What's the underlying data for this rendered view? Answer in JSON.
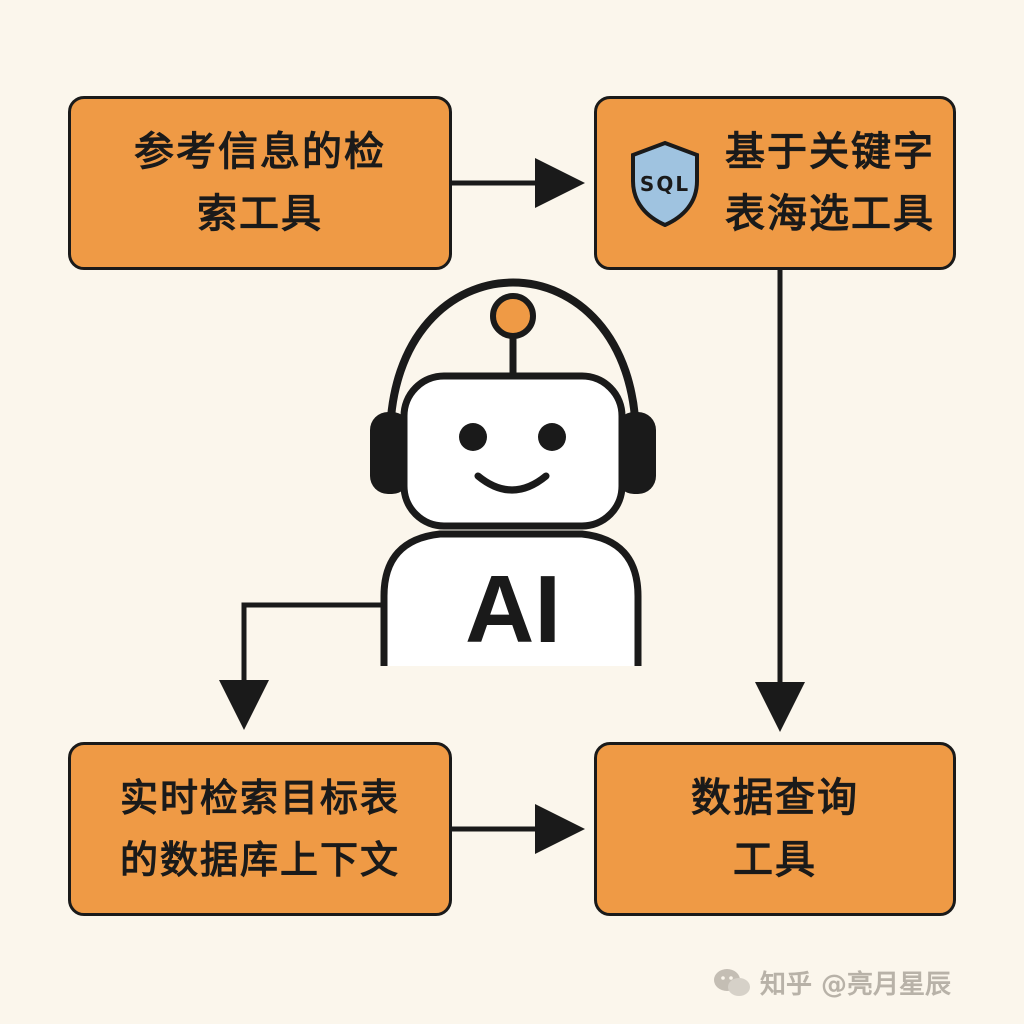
{
  "boxes": {
    "top_left": {
      "line1": "参考信息的检",
      "line2": "索工具"
    },
    "top_right": {
      "badge": "SQL",
      "line1": "基于关键字",
      "line2": "表海选工具"
    },
    "bottom_left": {
      "line1": "实时检索目标表",
      "line2": "的数据库上下文"
    },
    "bottom_right": {
      "line1": "数据查询",
      "line2": "工具"
    }
  },
  "robot": {
    "label": "AI"
  },
  "watermark": {
    "text": "知乎 @亮月星辰"
  },
  "icons": [
    "shield-sql-icon",
    "robot-icon",
    "arrow-right-icon",
    "arrow-down-icon",
    "wechat-icon"
  ],
  "colors": {
    "box_fill": "#ef9a45",
    "outline": "#1a1a1a",
    "background": "#fbf6ec",
    "shield_fill": "#9fc3e0"
  }
}
